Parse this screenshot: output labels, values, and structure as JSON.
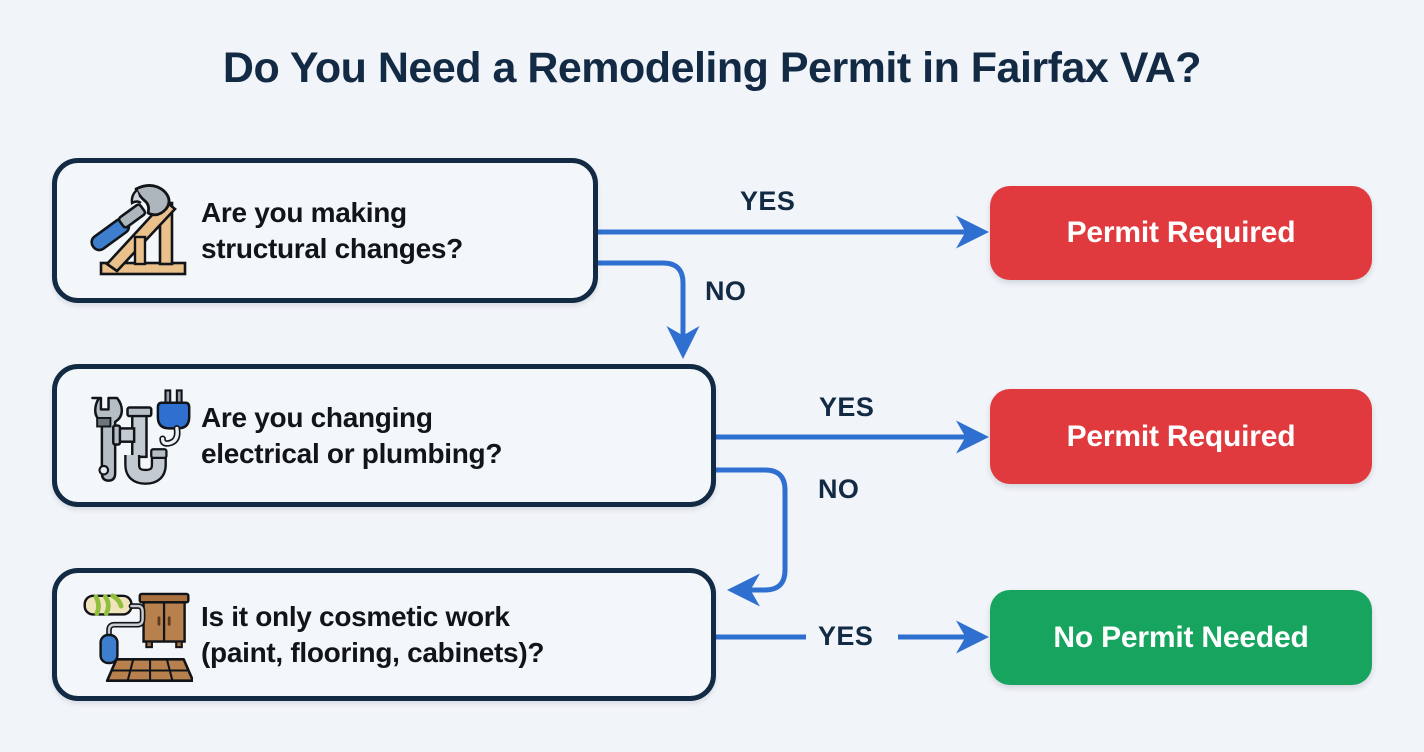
{
  "page": {
    "title": "Do You Need a Remodeling Permit in Fairfax VA?",
    "background_color": "#f1f4f8",
    "title_color": "#132a45"
  },
  "colors": {
    "box_border": "#132a45",
    "box_fill": "#f4f7fa",
    "arrow": "#2f6fd0",
    "permit_required": "#e03a3e",
    "no_permit": "#17a45f",
    "label_text": "#132a45"
  },
  "decisions": [
    {
      "id": "structural",
      "line1": "Are you making",
      "line2": "structural changes?",
      "icon": "hammer-and-wood-frame-icon"
    },
    {
      "id": "mep",
      "line1": "Are you changing",
      "line2": "electrical or plumbing?",
      "icon": "wrench-pipe-plug-icon"
    },
    {
      "id": "cosmetic",
      "line1": "Is it only cosmetic work",
      "line2": "(paint, flooring, cabinets)?",
      "icon": "paint-roller-cabinet-flooring-icon"
    }
  ],
  "results": [
    {
      "id": "permit-1",
      "label": "Permit Required",
      "color": "#e03a3e"
    },
    {
      "id": "permit-2",
      "label": "Permit Required",
      "color": "#e03a3e"
    },
    {
      "id": "no-permit",
      "label": "No Permit Needed",
      "color": "#17a45f"
    }
  ],
  "edges": [
    {
      "id": "yes-1",
      "label": "YES",
      "from": "structural",
      "to": "permit-1"
    },
    {
      "id": "no-1",
      "label": "NO",
      "from": "structural",
      "to": "mep"
    },
    {
      "id": "yes-2",
      "label": "YES",
      "from": "mep",
      "to": "permit-2"
    },
    {
      "id": "no-2",
      "label": "NO",
      "from": "mep",
      "to": "cosmetic"
    },
    {
      "id": "yes-3",
      "label": "YES",
      "from": "cosmetic",
      "to": "no-permit"
    }
  ]
}
